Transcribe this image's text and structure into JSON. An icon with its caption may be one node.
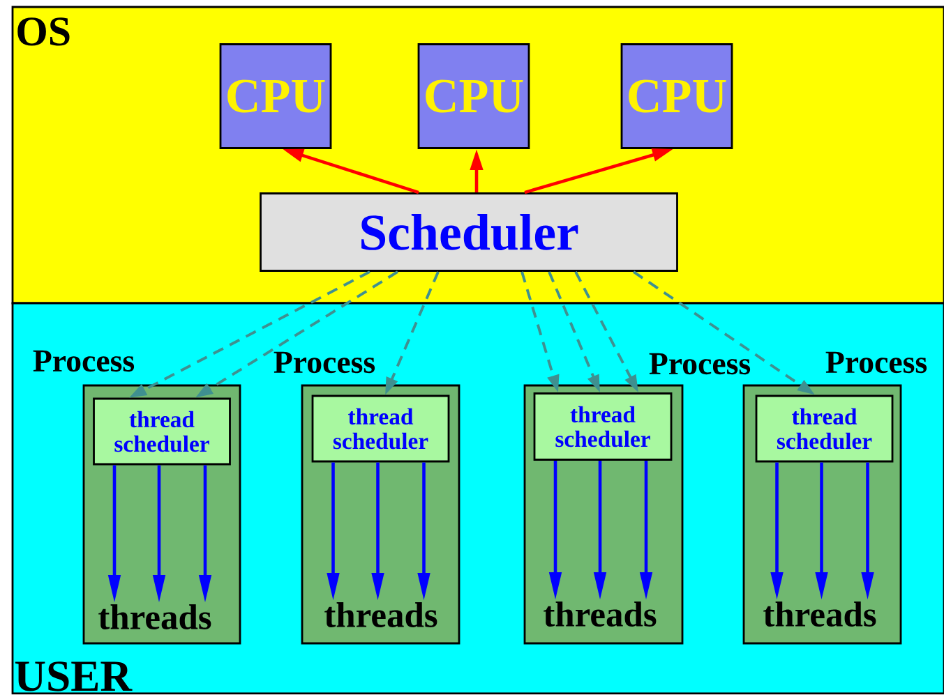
{
  "diagram": {
    "nodes": [
      {
        "text": [
          "OS"
        ]
      },
      {
        "text": [
          "USER"
        ]
      },
      {
        "text": [
          "CPU"
        ],
        "in": 0
      },
      {
        "text": [
          "CPU"
        ],
        "in": 0
      },
      {
        "text": [
          "CPU"
        ],
        "in": 0
      },
      {
        "text": [
          "Scheduler"
        ],
        "in": 0
      },
      {
        "text": [
          "Process"
        ],
        "in": 1
      },
      {
        "text": [
          "thread scheduler"
        ],
        "in": 6
      },
      {
        "text": [
          "threads"
        ],
        "in": 6
      },
      {
        "text": [
          "Process"
        ],
        "in": 1
      },
      {
        "text": [
          "thread scheduler"
        ],
        "in": 9
      },
      {
        "text": [
          "threads"
        ],
        "in": 9
      },
      {
        "text": [
          "Process"
        ],
        "in": 1
      },
      {
        "text": [
          "thread scheduler"
        ],
        "in": 12
      },
      {
        "text": [
          "threads"
        ],
        "in": 12
      },
      {
        "text": [
          "Process"
        ],
        "in": 1
      },
      {
        "text": [
          "thread scheduler"
        ],
        "in": 15
      },
      {
        "text": [
          "threads"
        ],
        "in": 15
      }
    ],
    "edges": [
      {
        "from": 5,
        "to": 2,
        "arrow": "to",
        "color": "#ff0000"
      },
      {
        "from": 5,
        "to": 3,
        "arrow": "to",
        "color": "#ff0000"
      },
      {
        "from": 5,
        "to": 4,
        "arrow": "to",
        "color": "#ff0000"
      },
      {
        "from": 5,
        "to": 7,
        "arrow": "to",
        "style": "dashed",
        "color": "#3f9090"
      },
      {
        "from": 5,
        "to": 7,
        "arrow": "to",
        "style": "dashed",
        "color": "#3f9090"
      },
      {
        "from": 5,
        "to": 10,
        "arrow": "to",
        "style": "dashed",
        "color": "#3f9090"
      },
      {
        "from": 5,
        "to": 13,
        "arrow": "to",
        "style": "dashed",
        "color": "#3f9090"
      },
      {
        "from": 5,
        "to": 13,
        "arrow": "to",
        "style": "dashed",
        "color": "#3f9090"
      },
      {
        "from": 5,
        "to": 13,
        "arrow": "to",
        "style": "dashed",
        "color": "#3f9090"
      },
      {
        "from": 5,
        "to": 16,
        "arrow": "to",
        "style": "dashed",
        "color": "#3f9090"
      },
      {
        "from": 7,
        "to": 8,
        "arrow": "to"
      },
      {
        "from": 7,
        "to": 8,
        "arrow": "to"
      },
      {
        "from": 7,
        "to": 8,
        "arrow": "to"
      },
      {
        "from": 10,
        "to": 11,
        "arrow": "to"
      },
      {
        "from": 10,
        "to": 11,
        "arrow": "to"
      },
      {
        "from": 10,
        "to": 11,
        "arrow": "to"
      },
      {
        "from": 13,
        "to": 14,
        "arrow": "to"
      },
      {
        "from": 13,
        "to": 14,
        "arrow": "to"
      },
      {
        "from": 13,
        "to": 14,
        "arrow": "to"
      },
      {
        "from": 16,
        "to": 17,
        "arrow": "to"
      },
      {
        "from": 16,
        "to": 17,
        "arrow": "to"
      },
      {
        "from": 16,
        "to": 17,
        "arrow": "to"
      }
    ]
  }
}
